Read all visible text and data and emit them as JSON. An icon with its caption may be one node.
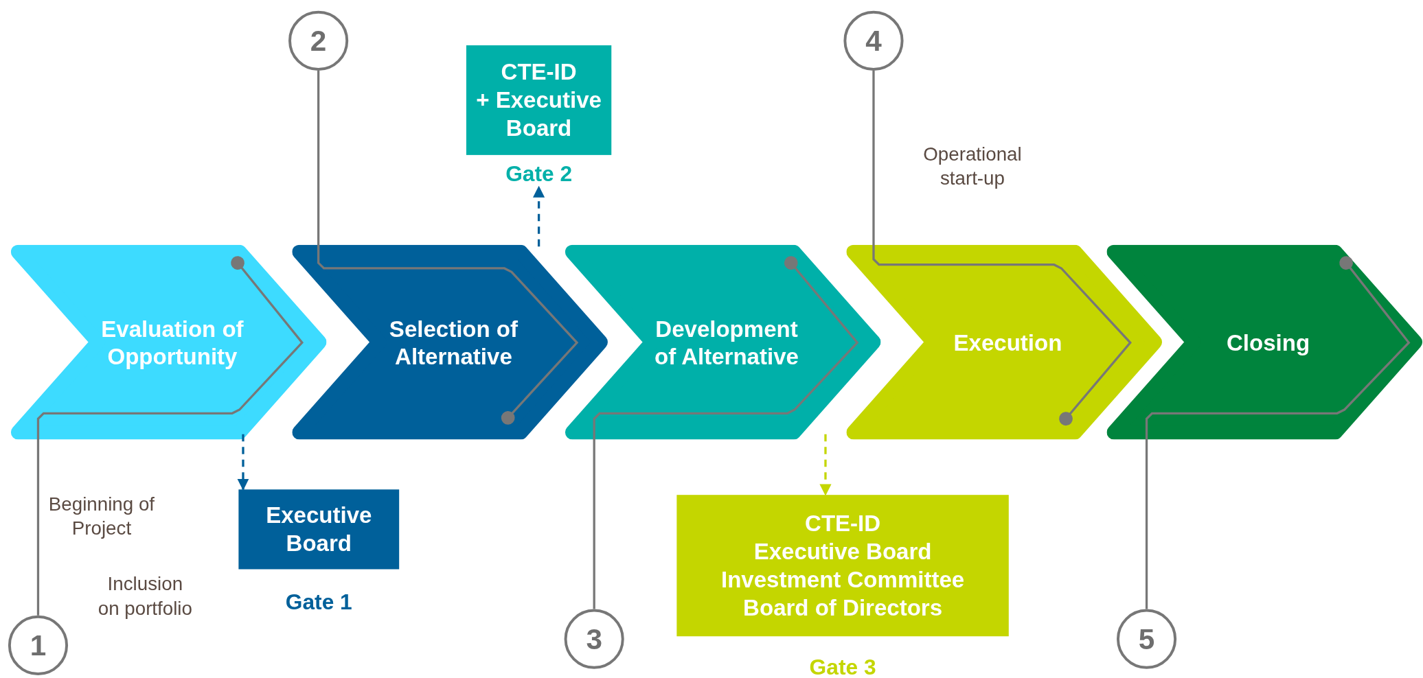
{
  "diagram": {
    "nodes": [
      {
        "text": [
          "Evaluation of Opportunity"
        ]
      },
      {
        "text": [
          "Selection of Alternative"
        ]
      },
      {
        "text": [
          "Development of Alternative"
        ]
      },
      {
        "text": [
          "Execution"
        ]
      },
      {
        "text": [
          "Closing"
        ]
      },
      {
        "text": [
          "1"
        ],
        "beside": [
          "Beginning of Project",
          "Inclusion on portfolio"
        ]
      },
      {
        "text": [
          "2"
        ]
      },
      {
        "text": [
          "3"
        ]
      },
      {
        "text": [
          "4"
        ]
      },
      {
        "text": [
          "5"
        ]
      },
      {
        "text": [
          "Executive Board"
        ],
        "beside": [
          "Gate 1"
        ]
      },
      {
        "text": [
          "CTE-ID",
          "+ Executive Board"
        ],
        "beside": [
          "Gate 2"
        ]
      },
      {
        "text": [
          "CTE-ID",
          "Executive Board",
          "Investment Committee",
          "Board of Directors"
        ],
        "beside": [
          "Gate 3"
        ]
      }
    ],
    "edges": [
      {
        "from": 5,
        "to": 0,
        "arrow": "other"
      },
      {
        "from": 6,
        "to": 1,
        "arrow": "other"
      },
      {
        "from": 7,
        "to": 2,
        "arrow": "other"
      },
      {
        "from": 8,
        "to": 3,
        "arrow": "other"
      },
      {
        "from": 9,
        "to": 4,
        "arrow": "other"
      },
      {
        "from": 0,
        "to": 10,
        "arrow": "to",
        "style": "dashed",
        "color": "#00609a"
      },
      {
        "from": 1,
        "to": 11,
        "arrow": "to",
        "style": "dashed",
        "color": "#00609a"
      },
      {
        "from": 2,
        "to": 12,
        "arrow": "to",
        "style": "dashed",
        "color": "#c4d600"
      }
    ],
    "labels": [
      "Operational start-up"
    ]
  }
}
